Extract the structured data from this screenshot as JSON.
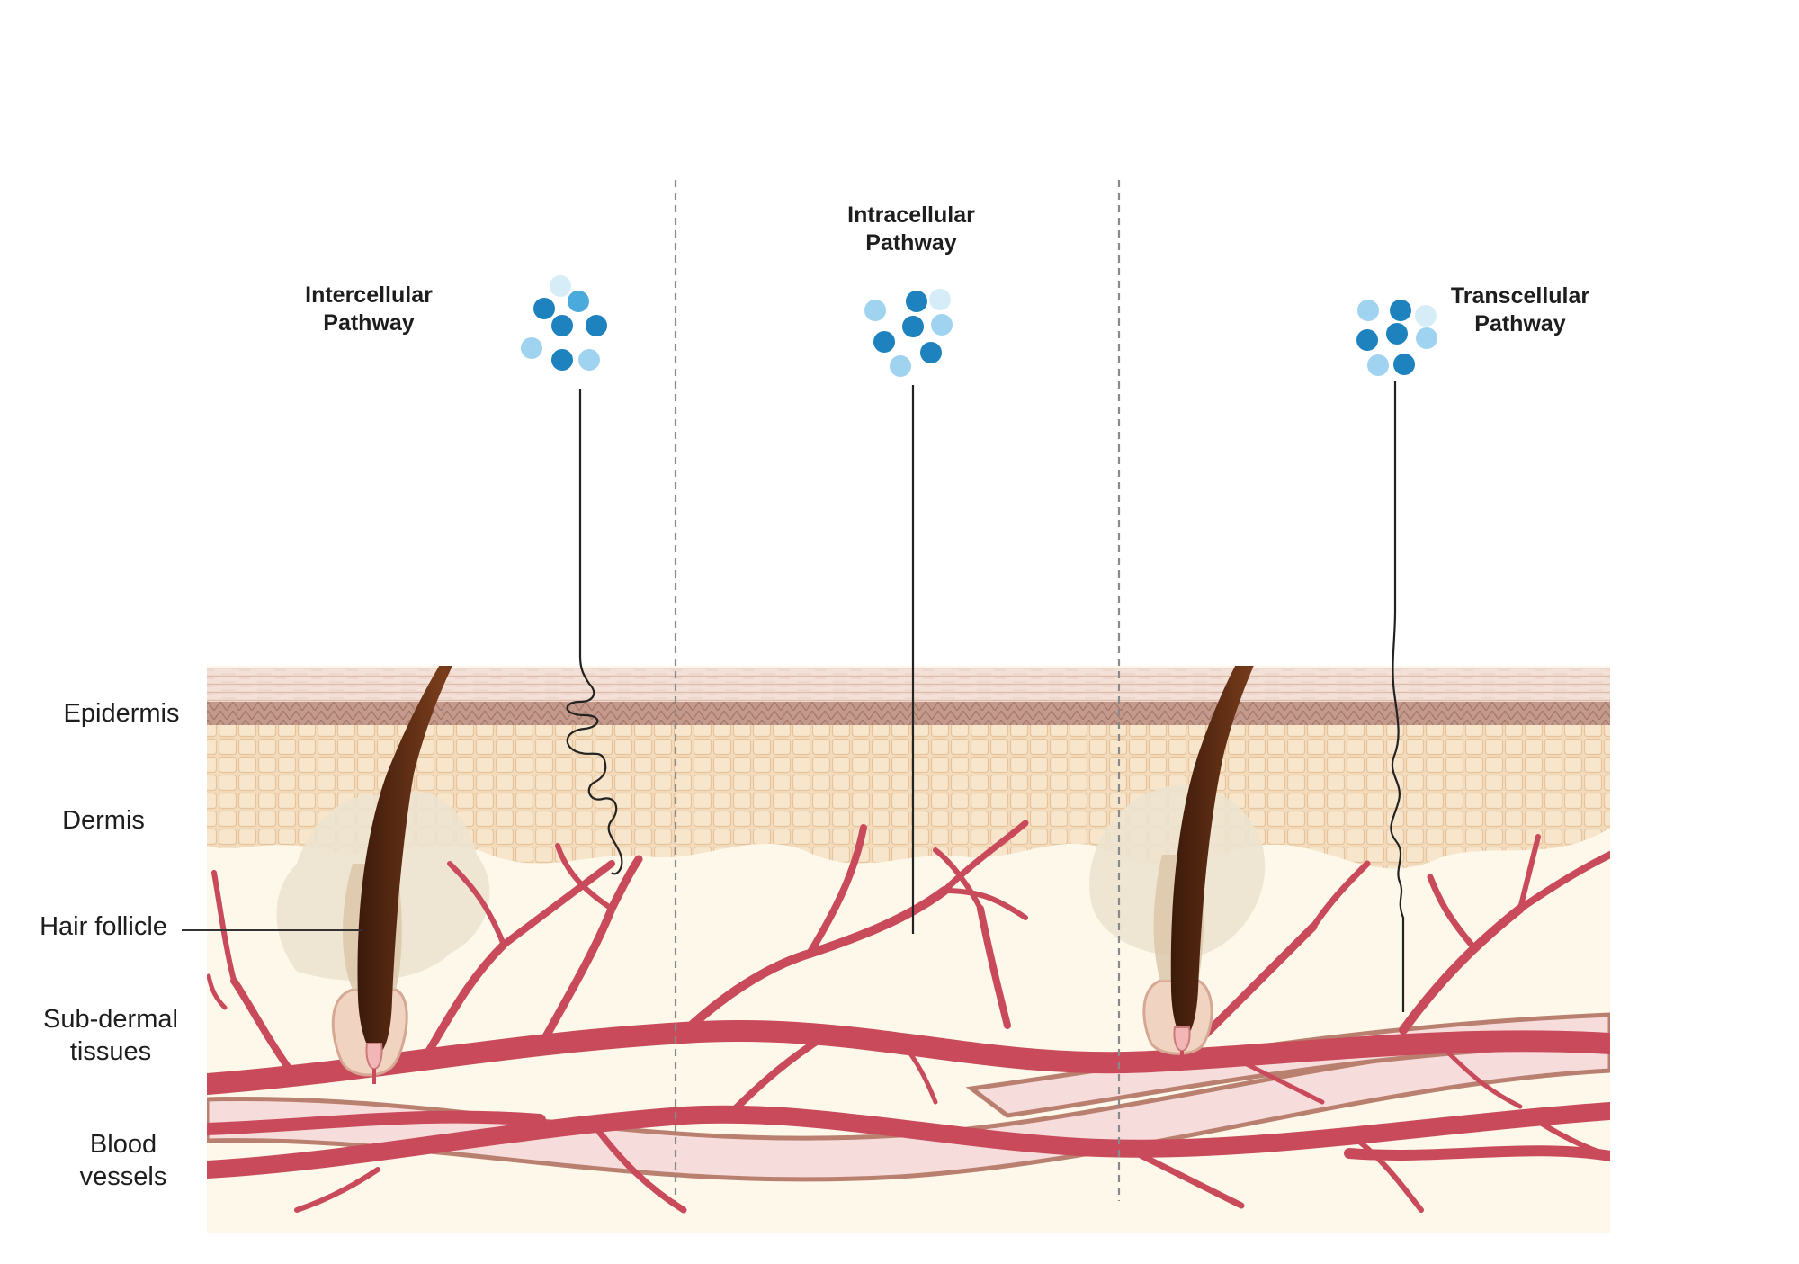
{
  "pathways": {
    "intercellular": [
      "Intercellular",
      "Pathway"
    ],
    "intracellular": [
      "Intracellular",
      "Pathway"
    ],
    "transcellular": [
      "Transcellular",
      "Pathway"
    ]
  },
  "layers": {
    "epidermis": [
      "Epidermis"
    ],
    "dermis": [
      "Dermis"
    ],
    "hair_follicle": [
      "Hair follicle"
    ],
    "subdermal": [
      "Sub-dermal",
      "tissues"
    ],
    "blood_vessels": [
      "Blood",
      "vessels"
    ]
  },
  "colors": {
    "stratum_corneum": "#f1dcd2",
    "basal_band": "#b48a7c",
    "epidermis_cells": "#f1d8b6",
    "dermis": "#fdf8ea",
    "vessel_red": "#c94a5a",
    "main_vessel_fill": "#f7dcdc",
    "main_vessel_border": "#b97f6f",
    "hair": "#5a2a12",
    "molecule_dark": "#1d82bd",
    "molecule_mid": "#4aaadb",
    "molecule_light": "#9fd3ef",
    "molecule_pale": "#d6edf8"
  },
  "icons": [
    "molecule-cluster-icon",
    "hair-icon",
    "blood-vessel-icon"
  ]
}
